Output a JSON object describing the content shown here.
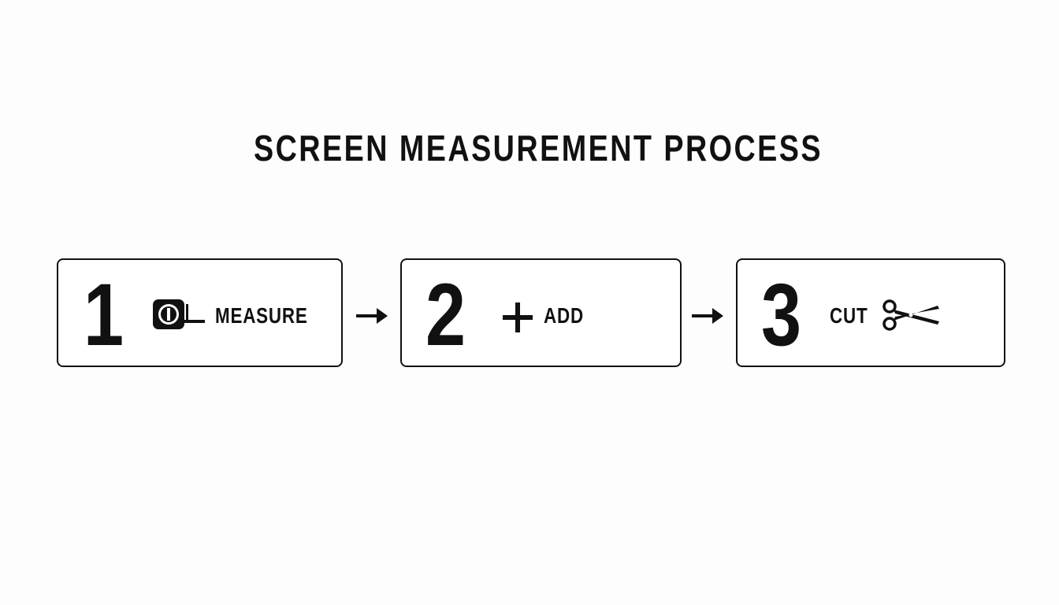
{
  "title": "SCREEN MEASUREMENT PROCESS",
  "steps": [
    {
      "number": "1",
      "label": "MEASURE",
      "icon": "tape-measure-icon"
    },
    {
      "number": "2",
      "label": "ADD",
      "icon": "plus-icon"
    },
    {
      "number": "3",
      "label": "CUT",
      "icon": "scissors-icon"
    }
  ],
  "connector_icon": "right-arrow-icon",
  "colors": {
    "ink": "#111111",
    "background": "#fdfdfd",
    "box_fill": "#ffffff"
  }
}
